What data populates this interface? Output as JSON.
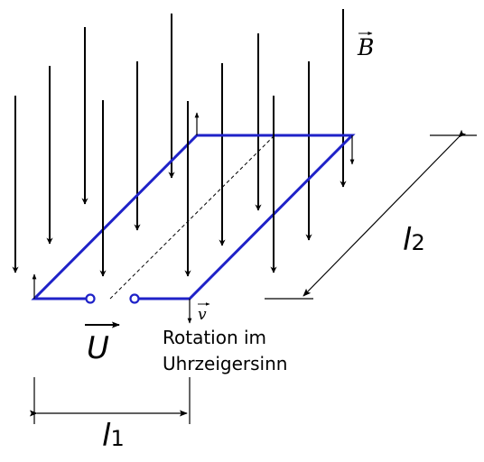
{
  "labels": {
    "field": "B",
    "velocity": "v",
    "voltage": "U",
    "rotation_line1": "Rotation im",
    "rotation_line2": "Uhrzeigersinn",
    "length1_symbol": "l",
    "length1_sub": "1",
    "length2_symbol": "l",
    "length2_sub": "2"
  },
  "colors": {
    "loop": "#1f22c8",
    "ink": "#000000",
    "background": "#ffffff"
  }
}
